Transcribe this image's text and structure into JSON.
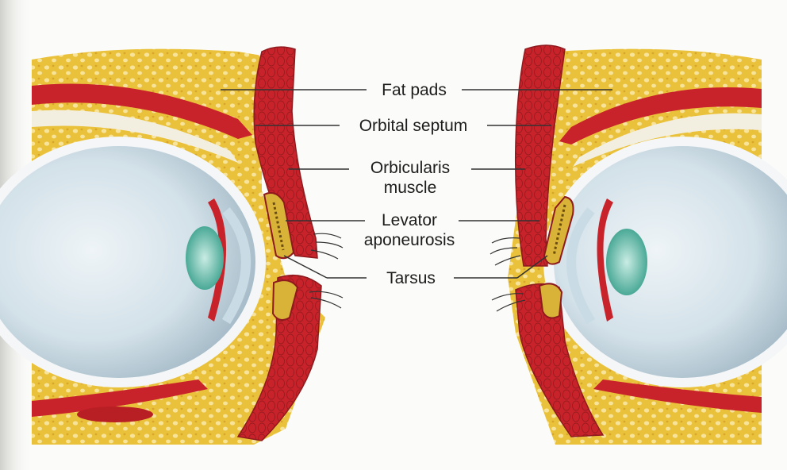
{
  "labels": {
    "fat_pads": "Fat pads",
    "orbital_septum": "Orbital septum",
    "orbicularis_muscle_line1": "Orbicularis",
    "orbicularis_muscle_line2": "muscle",
    "levator_aponeurosis_line1": "Levator",
    "levator_aponeurosis_line2": "aponeurosis",
    "tarsus": "Tarsus"
  },
  "colors": {
    "fat": "#eac13a",
    "fat_dots": "#f7e39a",
    "muscle": "#c8232a",
    "muscle_dark": "#8e1a1e",
    "tarsus": "#d9b238",
    "globe": "#dbe7ee",
    "globe_shade": "#a9bfcc",
    "lens": "#6fc3b3",
    "sclera_rim": "#f4f6f7",
    "leader_line": "#333333"
  }
}
